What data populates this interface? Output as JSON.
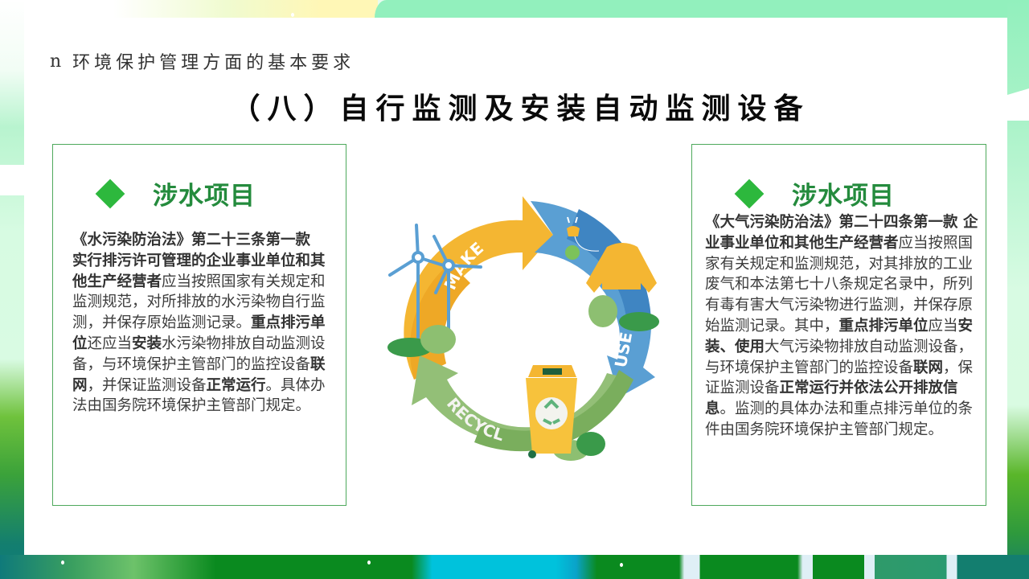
{
  "slide": {
    "section_bullet": "n",
    "section_heading": "环境保护管理方面的基本要求",
    "title": "（八）自行监测及安装自动监测设备"
  },
  "colors": {
    "accent_green": "#2db83d",
    "heading_green": "#248b3d",
    "card_border": "#4ea95c",
    "body_text": "#3c3c3c",
    "make_yellow": "#f4b632",
    "use_blue": "#4f8fc7",
    "recycle_green": "#7aae5d"
  },
  "left_card": {
    "icon": "diamond-icon",
    "title": "涉水项目",
    "paragraphs": [
      {
        "text": "《水污染防治法》第二十三条第一款",
        "bold": true
      },
      {
        "segments": [
          {
            "text": "实行排污许可管理的企业事业单位和其他生产经营者",
            "bold": true
          },
          {
            "text": "应当按照国家有关规定和监测规范，对所排放的水污染物自行监测，并保存原始监测记录。",
            "bold": false
          },
          {
            "text": "重点排污单位",
            "bold": true
          },
          {
            "text": "还应当",
            "bold": false
          },
          {
            "text": "安装",
            "bold": true
          },
          {
            "text": "水污染物排放自动监测设备，与环境保护主管部门的监控设备",
            "bold": false
          },
          {
            "text": "联网",
            "bold": true
          },
          {
            "text": "，并保证监测设备",
            "bold": false
          },
          {
            "text": "正常运行",
            "bold": true
          },
          {
            "text": "。具体办法由国务院环境保护主管部门规定。",
            "bold": false
          }
        ]
      }
    ]
  },
  "right_card": {
    "icon": "diamond-icon",
    "title": "涉水项目",
    "paragraphs": [
      {
        "segments": [
          {
            "text": "《大气污染防治法》第二十四条第一款 企业事业单位和其他生产经营者",
            "bold": true
          },
          {
            "text": "应当按照国家有关规定和监测规范，对其排放的工业废气和本法第七十八条规定名录中，所列有毒有害大气污染物进行监测，并保存原始监测记录。其中，",
            "bold": false
          },
          {
            "text": "重点排污单位",
            "bold": true
          },
          {
            "text": "应当",
            "bold": false
          },
          {
            "text": "安装、使用",
            "bold": true
          },
          {
            "text": "大气污染物排放自动监测设备，与环境保护主管部门的监控设备",
            "bold": false
          },
          {
            "text": "联网",
            "bold": true
          },
          {
            "text": "，保证监测设备",
            "bold": false
          },
          {
            "text": "正常运行并依法公开排放信息",
            "bold": true
          },
          {
            "text": "。监测的具体办法和重点排污单位的条件由国务院环境保护主管部门规定。",
            "bold": false
          }
        ]
      }
    ]
  },
  "cycle_graphic": {
    "labels": [
      "MAKE",
      "USE",
      "RECYCL"
    ],
    "icons": [
      "wind-turbine-icon",
      "plug-icon",
      "apple-icon",
      "sweater-icon",
      "recycle-bin-icon",
      "shrub-icon"
    ]
  }
}
